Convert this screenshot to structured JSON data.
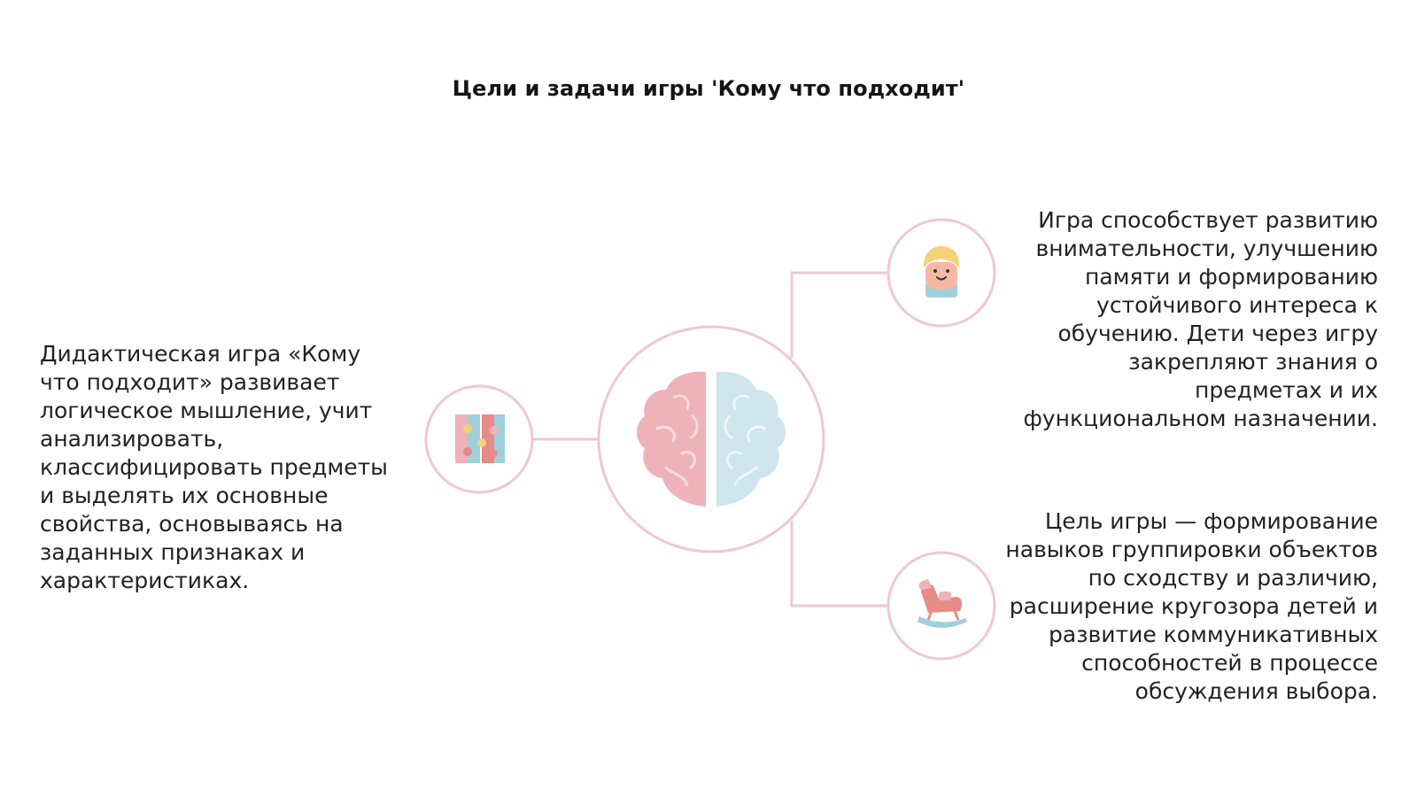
{
  "title": "Цели и задачи игры 'Кому что подходит'",
  "blocks": {
    "left": "Дидактическая игра «Кому что подходит» развивает логическое мышление, учит анализировать, классифицировать предметы и выделять их основные свойства, основываясь на заданных признаках и характеристиках.",
    "right_top": "Игра способствует развитию внимательности, улучшению памяти и формированию устойчивого интереса к обучению. Дети через игру закрепляют знания о предметах и их функциональном назначении.",
    "right_bottom": "Цель игры — формирование навыков группировки объектов по сходству и различию, расширение кругозора детей и развитие коммуникативных способностей в процессе обсуждения выбора."
  },
  "icons": {
    "center": "brain-icon",
    "left": "puzzle-blocks-icon",
    "right_top": "child-face-icon",
    "right_bottom": "rocking-horse-icon"
  },
  "colors": {
    "connector": "#efc9cc",
    "brain_left": "#eeb3b8",
    "brain_right": "#cfe5ee",
    "hair": "#f3d27a",
    "skin": "#f6b8a4",
    "teal": "#9fd0da",
    "coral": "#e88a86"
  }
}
